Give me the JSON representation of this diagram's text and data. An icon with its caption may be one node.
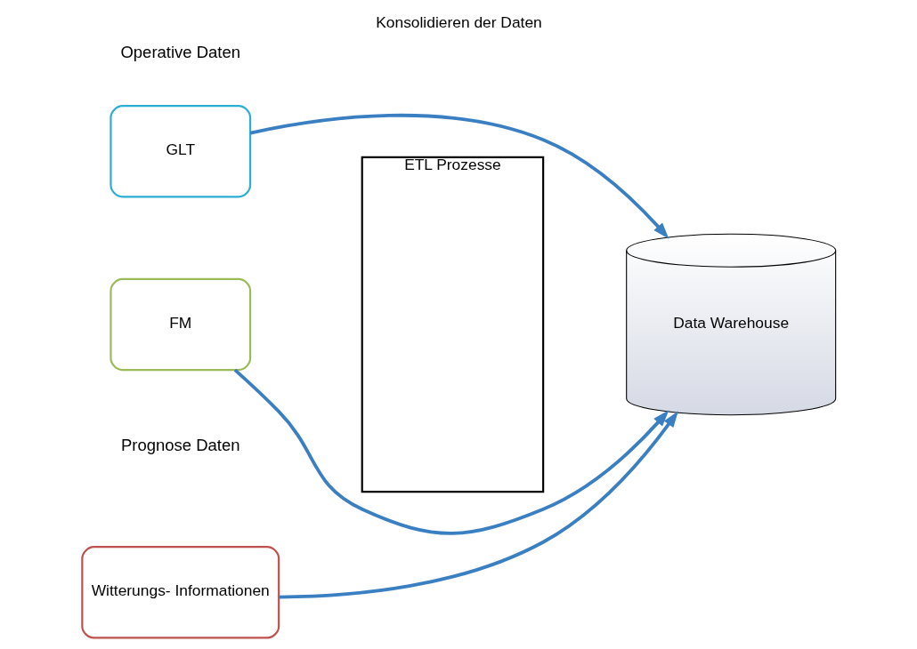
{
  "diagram": {
    "title": "Konsolidieren der Daten",
    "nodes": [
      {
        "text": [
          "GLT"
        ]
      },
      {
        "text": [
          "FM"
        ]
      },
      {
        "text": [
          "Witterungs- Informationen"
        ]
      },
      {
        "text": [
          "ETL Prozesse"
        ]
      },
      {
        "text": [
          "Data Warehouse"
        ]
      }
    ],
    "edges": [
      {
        "from": 0,
        "to": 4,
        "arrow": "to"
      },
      {
        "from": 1,
        "to": 4,
        "arrow": "to"
      },
      {
        "from": 2,
        "to": 4,
        "arrow": "to"
      }
    ],
    "labels": [
      "Operative Daten",
      "Prognose Daten"
    ]
  }
}
